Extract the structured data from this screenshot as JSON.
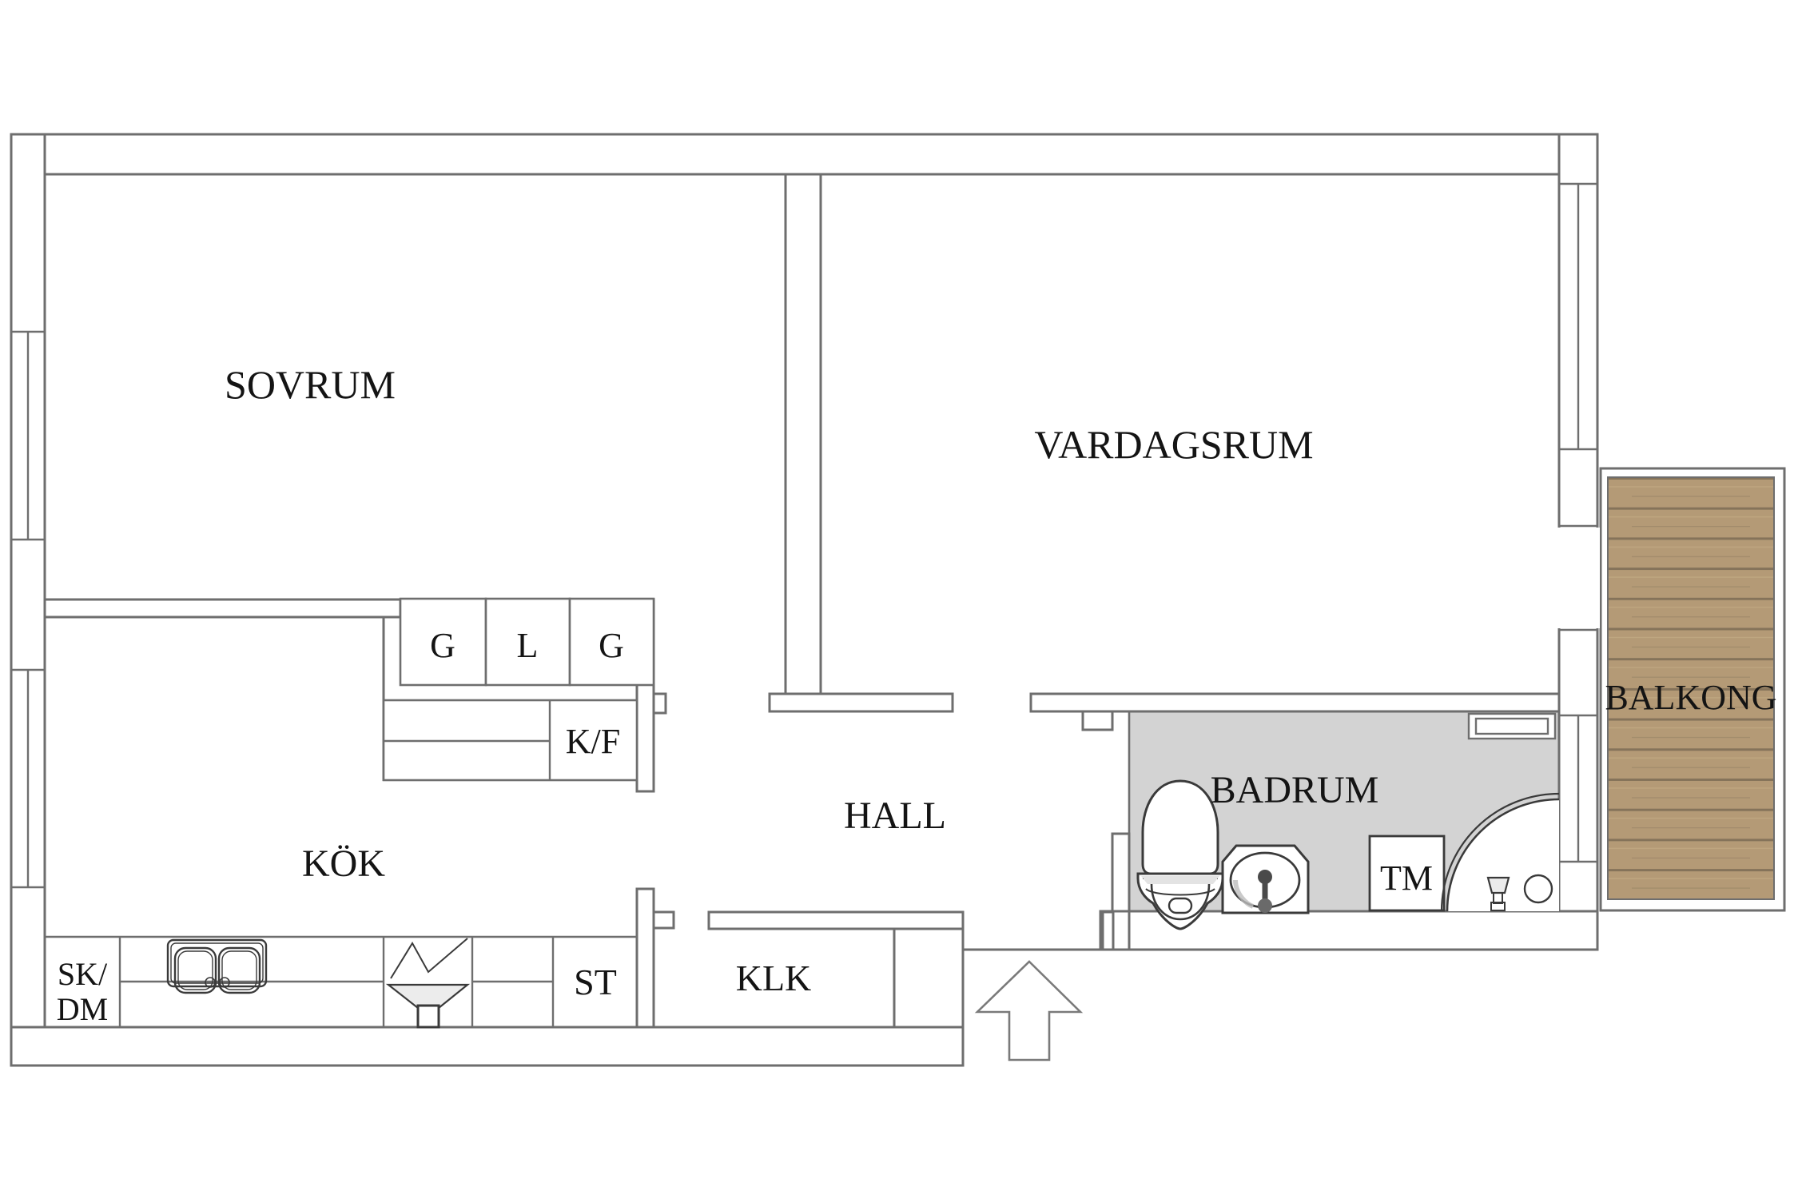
{
  "plan": {
    "type": "apartment-floor-plan",
    "rooms": {
      "sovrum": {
        "label": "SOVRUM"
      },
      "vardagsrum": {
        "label": "VARDAGSRUM"
      },
      "kok": {
        "label": "KÖK"
      },
      "hall": {
        "label": "HALL"
      },
      "badrum": {
        "label": "BADRUM"
      },
      "klk": {
        "label": "KLK"
      },
      "balkong": {
        "label": "BALKONG"
      }
    },
    "fixtures": {
      "wardrobe_1": {
        "label": "G"
      },
      "linen_closet": {
        "label": "L"
      },
      "wardrobe_2": {
        "label": "G"
      },
      "fridge_freezer": {
        "label": "K/F"
      },
      "cleaning_closet_line1": {
        "label": "SK/"
      },
      "cleaning_closet_line2": {
        "label": "DM"
      },
      "storage": {
        "label": "ST"
      },
      "washing_machine": {
        "label": "TM"
      }
    }
  },
  "colors": {
    "wall_line": "#6e6e6e",
    "fixture_line": "#3a3a3a",
    "badrum_floor": "#d3d3d3",
    "wood": "#b49a76",
    "wood_line": "#85735a",
    "wood_light": "#c3ab85",
    "text": "#141414"
  }
}
